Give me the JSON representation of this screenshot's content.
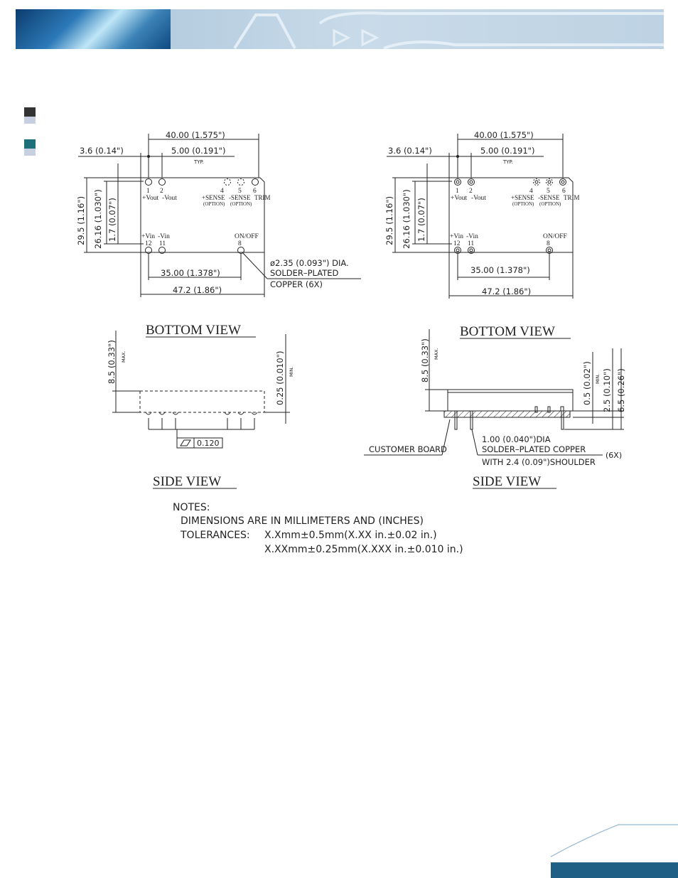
{
  "colors": {
    "banner_dark": "#0c3d6e",
    "banner_light": "#c9dbe9",
    "legend_dark": "#333333",
    "legend_teal": "#1f6f7a",
    "legend_light": "#c7cfe0",
    "footer": "#1f5f86"
  },
  "left_bottom": {
    "dim_40": "40.00  (1.575\")",
    "dim_36": "3.6  (0.14\")",
    "dim_5": "5.00  (0.191\")",
    "typ": "TYP.",
    "dim_295": "29.5  (1.16\")",
    "dim_2616": "26.16  (1.030\")",
    "dim_17": "1.7  (0.07\")",
    "pin_1": "1",
    "pin_2": "2",
    "pin_4": "4",
    "pin_5": "5",
    "pin_6": "6",
    "lbl_vout_pos": "+Vout",
    "lbl_vout_neg": "-Vout",
    "lbl_sense_pos": "+SENSE",
    "lbl_sense_neg": "-SENSE",
    "lbl_trim": "TRIM",
    "opt_1": "(OPTION)",
    "opt_2": "(OPTION)",
    "lbl_vin_pos": "+Vin",
    "lbl_vin_neg": "-Vin",
    "lbl_onoff": "ON/OFF",
    "pin_12": "12",
    "pin_11": "11",
    "pin_8": "8",
    "dim_35": "35.00  (1.378\")",
    "dim_472": "47.2  (1.86\")",
    "note_dia": "ø2.35  (0.093\")  DIA.",
    "note_solder": "SOLDER–PLATED",
    "note_copper": "COPPER  (6X)",
    "title": "BOTTOM   VIEW"
  },
  "right_bottom": {
    "dim_40": "40.00  (1.575\")",
    "dim_36": "3.6  (0.14\")",
    "dim_5": "5.00  (0.191\")",
    "typ": "TYP.",
    "dim_295": "29.5  (1.16\")",
    "dim_2616": "26.16  (1.030\")",
    "dim_17": "1.7  (0.07\")",
    "pin_1": "1",
    "pin_2": "2",
    "pin_4": "4",
    "pin_5": "5",
    "pin_6": "6",
    "lbl_vout_pos": "+Vout",
    "lbl_vout_neg": "-Vout",
    "lbl_sense_pos": "+SENSE",
    "lbl_sense_neg": "-SENSE",
    "lbl_trim": "TRIM",
    "opt_1": "(OPTION)",
    "opt_2": "(OPTION)",
    "lbl_vin_pos": "+Vin",
    "lbl_vin_neg": "-Vin",
    "lbl_onoff": "ON/OFF",
    "pin_12": "12",
    "pin_11": "11",
    "pin_8": "8",
    "dim_35": "35.00  (1.378\")",
    "dim_472": "47.2  (1.86\")",
    "title": "BOTTOM   VIEW"
  },
  "left_side": {
    "dim_85": "8.5  (0.33\")",
    "max": "MAX.",
    "dim_025": "0.25  (0.010\")",
    "min": "MIN.",
    "flatness": "0.120",
    "title": "SIDE   VIEW"
  },
  "right_side": {
    "dim_85": "8.5  (0.33\")",
    "max": "MAX.",
    "dim_05": "0.5  (0.02\")",
    "min": "MIN.",
    "dim_25": "2.5  (0.10\")",
    "dim_65": "6.5  (0.26\")",
    "customer_board": "CUSTOMER  BOARD",
    "pin_dia": "1.00  (0.040\")DIA",
    "pin_solder": "SOLDER–PLATED  COPPER",
    "pin_6x": "(6X)",
    "pin_shoulder": "WITH  2.4  (0.09\")SHOULDER",
    "title": "SIDE   VIEW"
  },
  "notes": {
    "heading": "NOTES:",
    "line1": "DIMENSIONS  ARE  IN  MILLIMETERS  AND  (INCHES)",
    "line2_label": "TOLERANCES:",
    "line2_value": "X.Xmm±0.5mm(X.XX  in.±0.02  in.)",
    "line3_value": "X.XXmm±0.25mm(X.XXX  in.±0.010  in.)"
  }
}
